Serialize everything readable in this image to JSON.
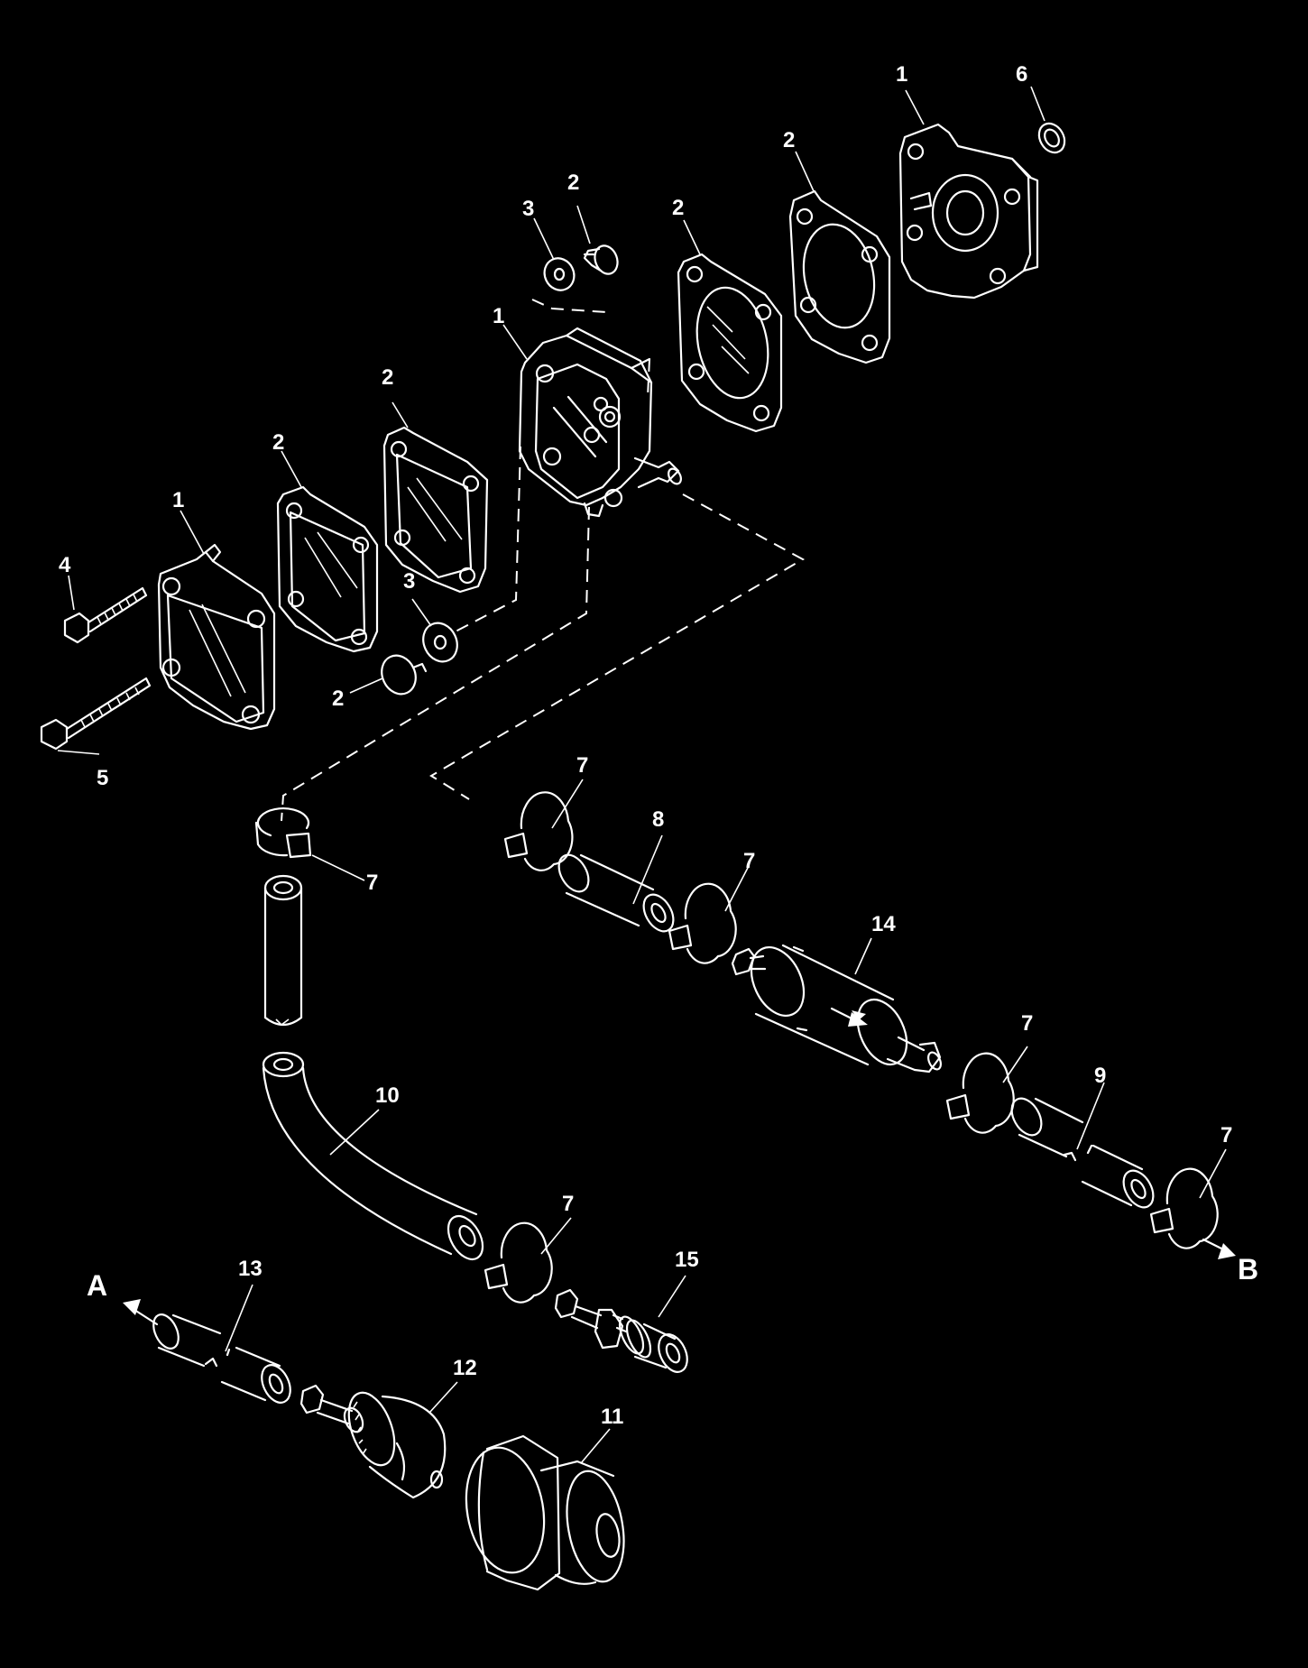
{
  "colors": {
    "background": "#000000",
    "line": "#ffffff"
  },
  "callouts": {
    "c1_cover_top": "1",
    "c6_oring": "6",
    "c2_gasket_top": "2",
    "c2_diaphragm_top": "2",
    "c2_valve_top": "2",
    "c3_washer_top": "3",
    "c1_pump_body": "1",
    "c2_gasket_mid": "2",
    "c2_plate_mid": "2",
    "c1_cover_front": "1",
    "c4_screw_short": "4",
    "c5_screw_long": "5",
    "c3_washer_low": "3",
    "c2_valve_low": "2",
    "c7_clamp_a": "7",
    "c8_hose": "8",
    "c7_clamp_b": "7",
    "c7_clamp_c": "7",
    "c14_filter": "14",
    "c10_hose": "10",
    "c7_clamp_d": "7",
    "c9_hose": "9",
    "c7_clamp_e": "7",
    "c7_clamp_f": "7",
    "c13_hose": "13",
    "c15_fitting": "15",
    "c12_bulb": "12",
    "c11_connector": "11"
  },
  "flow_labels": {
    "a": "A",
    "b": "B"
  }
}
